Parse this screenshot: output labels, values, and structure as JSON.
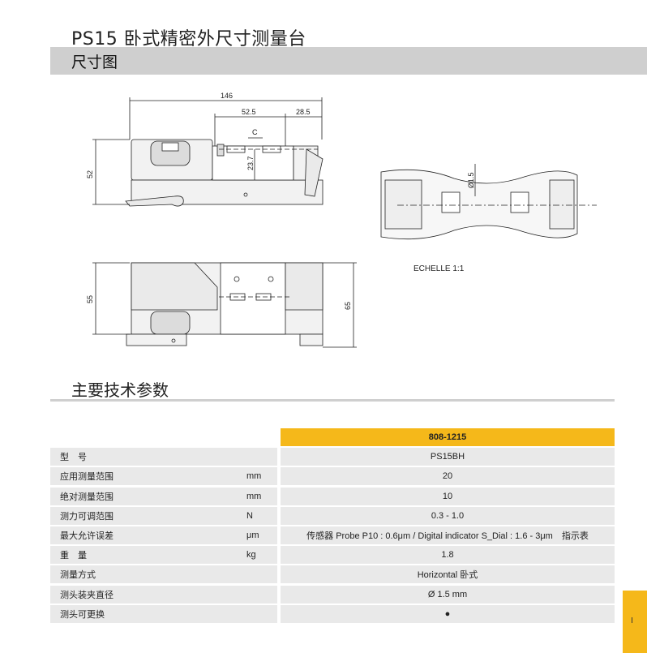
{
  "header": {
    "title": "PS15 卧式精密外尺寸测量台"
  },
  "section": {
    "title": "尺寸图"
  },
  "drawing": {
    "dims_top": [
      "146",
      "52.5",
      "28.5",
      "C",
      "23.7"
    ],
    "height_front": "52",
    "height_plan": "55",
    "height_plan_right": "65",
    "probe_diameter": "Ø1.5",
    "scale": "ECHELLE 1:1"
  },
  "specs": {
    "title": "主要技术参数",
    "column_header": "808-1215",
    "rows": [
      {
        "label": "型　号",
        "unit": "",
        "value": "PS15BH"
      },
      {
        "label": "应用测量范围",
        "unit": "mm",
        "value": "20"
      },
      {
        "label": "绝对测量范围",
        "unit": "mm",
        "value": "10"
      },
      {
        "label": "测力可调范围",
        "unit": "N",
        "value": "0.3 - 1.0"
      },
      {
        "label": "最大允许误差",
        "unit": "μm",
        "value": "传感器 Probe P10 : 0.6μm / Digital indicator S_Dial : 1.6 - 3μm　指示表"
      },
      {
        "label": "重　量",
        "unit": "kg",
        "value": "1.8"
      },
      {
        "label": "测量方式",
        "unit": "",
        "value": "Horizontal  卧式"
      },
      {
        "label": "测头装夹直径",
        "unit": "",
        "value": "Ø 1.5 mm"
      },
      {
        "label": "测头可更换",
        "unit": "",
        "value": "●"
      }
    ]
  },
  "side_tab": {
    "label": "I"
  },
  "colors": {
    "accent": "#f5b81a",
    "band": "#cfcfcf",
    "row": "#e9e9e9"
  }
}
